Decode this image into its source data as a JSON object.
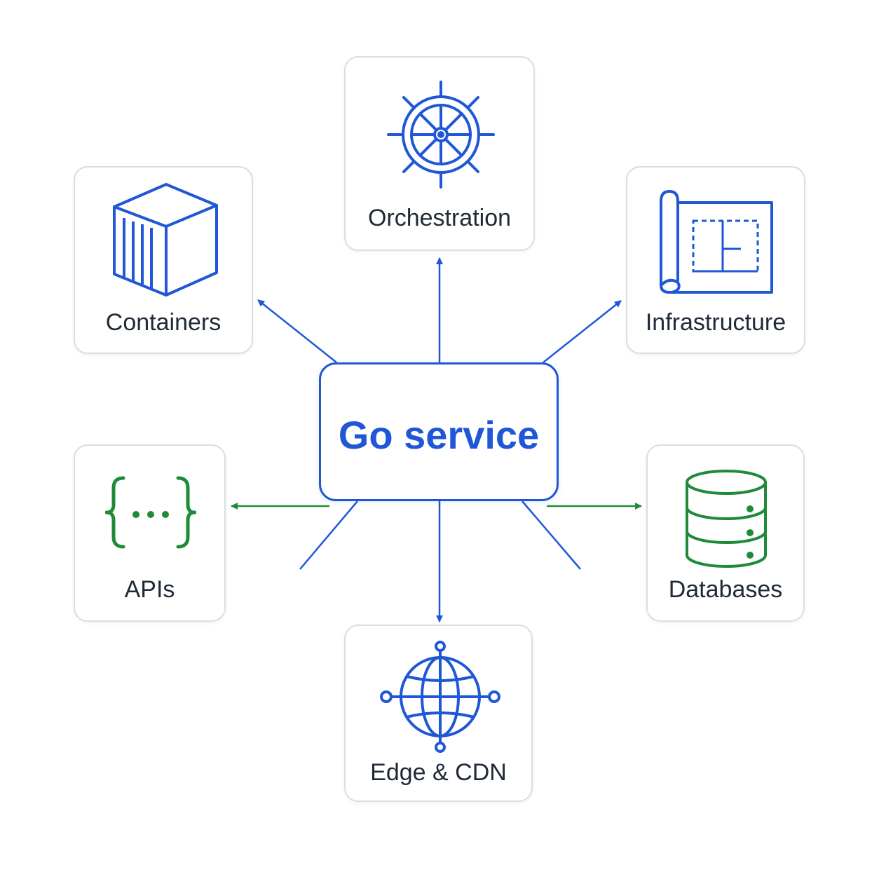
{
  "colors": {
    "primary_blue": "#1f57d6",
    "accent_green": "#1f8a3a",
    "card_border": "#dcdde0",
    "label_text": "#1f2937",
    "background": "#ffffff"
  },
  "center": {
    "label": "Go service"
  },
  "nodes": {
    "orchestration": {
      "label": "Orchestration",
      "icon": "ship-wheel-icon"
    },
    "containers": {
      "label": "Containers",
      "icon": "container-cube-icon"
    },
    "infrastructure": {
      "label": "Infrastructure",
      "icon": "blueprint-icon"
    },
    "apis": {
      "label": "APIs",
      "icon": "curly-braces-icon"
    },
    "databases": {
      "label": "Databases",
      "icon": "database-icon"
    },
    "edge": {
      "label": "Edge & CDN",
      "icon": "globe-icon"
    }
  }
}
